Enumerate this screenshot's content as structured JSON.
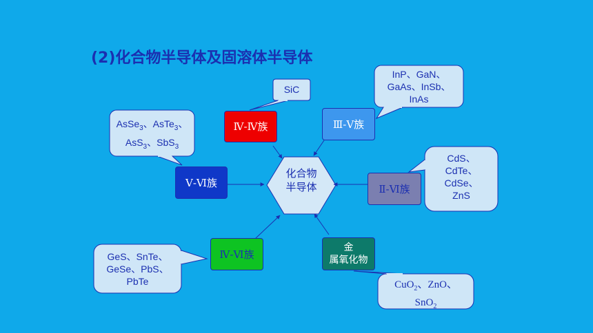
{
  "title": "(2)化合物半导体及固溶体半导体",
  "center": {
    "line1": "化合物",
    "line2": "半导体"
  },
  "groups": {
    "iv_iv": {
      "label": "Ⅳ-Ⅳ族",
      "color": "#ee0000"
    },
    "iii_v": {
      "label": "Ⅲ-Ⅴ族",
      "color": "#3d97ee"
    },
    "v_vi": {
      "label": "Ⅴ-Ⅵ族",
      "color": "#0f38c8"
    },
    "ii_vi": {
      "label": "Ⅱ-Ⅵ族",
      "color": "#7b7fb0"
    },
    "iv_vi": {
      "label": "Ⅳ-Ⅵ族",
      "color": "#0ec322"
    },
    "metal_oxide": {
      "line1": "金",
      "line2": "属氧化物",
      "color": "#0d7a6a"
    }
  },
  "callouts": {
    "sic": {
      "line1": "SiC"
    },
    "iii_v": {
      "line1": "InP、GaN、",
      "line2": "GaAs、InSb、",
      "line3": "InAs"
    },
    "v_vi": {
      "l1a": "AsSe",
      "l1a_sub": "3",
      "l1b": "、AsTe",
      "l1b_sub": "3",
      "l1c": "、",
      "l2a": "AsS",
      "l2a_sub": "3",
      "l2b": "、SbS",
      "l2b_sub": "3"
    },
    "ii_vi": {
      "line1": "CdS、",
      "line2": "CdTe、",
      "line3": "CdSe、",
      "line4": "ZnS"
    },
    "iv_vi": {
      "line1": "GeS、SnTe、",
      "line2": "GeSe、PbS、",
      "line3": "PbTe"
    },
    "metal_oxide": {
      "l1a": "CuO",
      "l1a_sub": "2",
      "l1b": "、ZnO、",
      "l2a": "SnO",
      "l2a_sub": "2"
    }
  }
}
